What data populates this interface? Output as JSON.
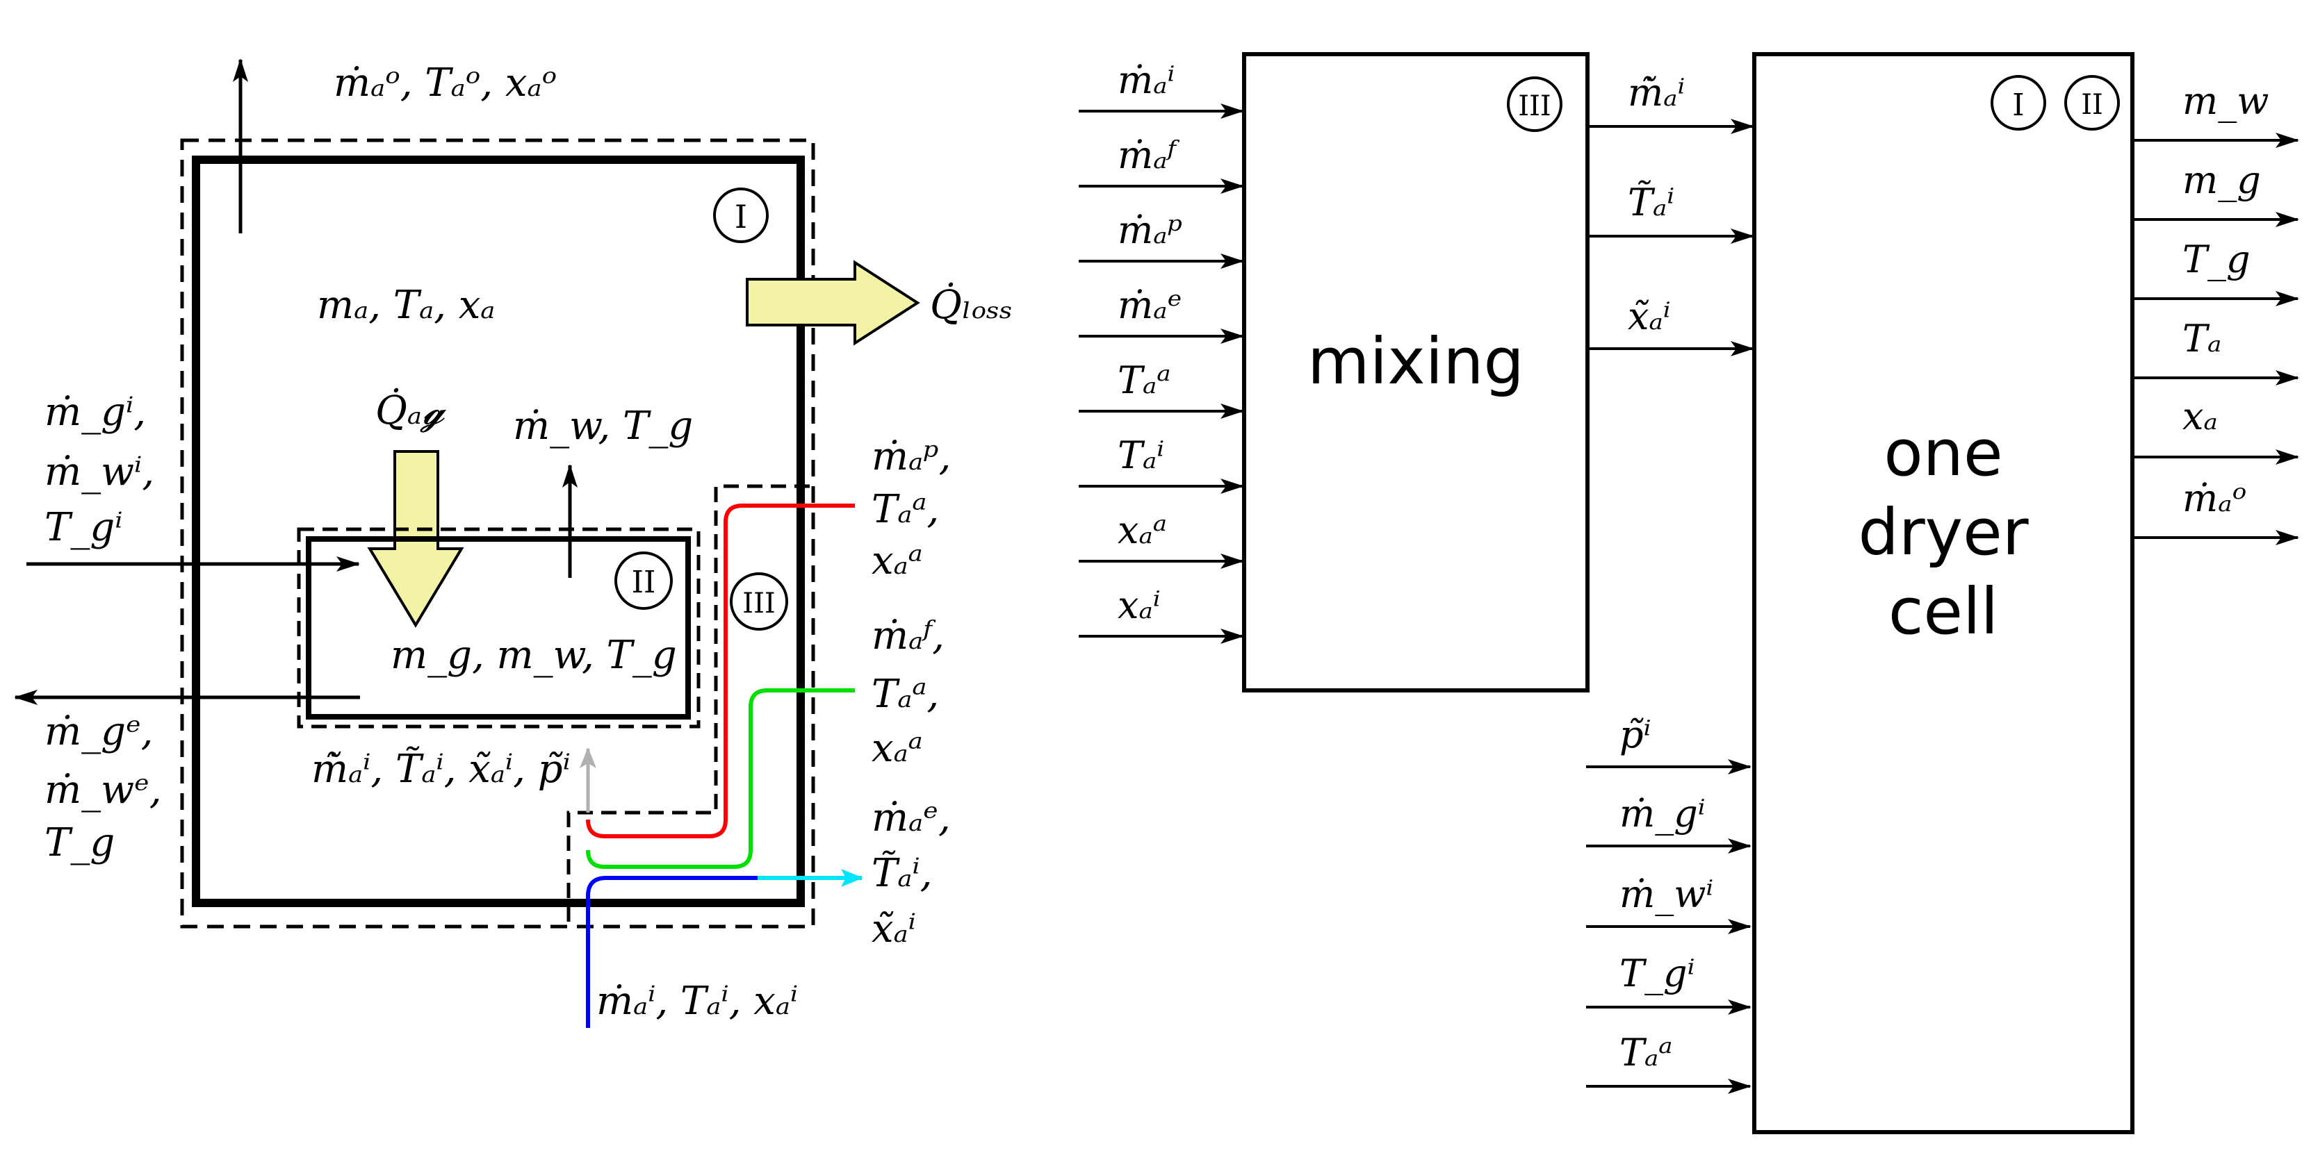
{
  "left": {
    "top_out": "ṁₐᵒ, Tₐᵒ, xₐᵒ",
    "state_air": "mₐ, Tₐ, xₐ",
    "q_ag": "Q̇ₐ𝓰",
    "q_loss": "Q̇ₗₒₛₛ",
    "evap": "ṁ_w, T_g",
    "goods_in": [
      "ṁ_gⁱ,",
      "ṁ_wⁱ,",
      "T_gⁱ"
    ],
    "goods_out": [
      "ṁ_gᵉ,",
      "ṁ_wᵉ,",
      "T_g"
    ],
    "state_goods": "m_g, m_w, T_g",
    "mixed_air": "m̃̇ₐⁱ, T̃ₐⁱ, x̃ₐⁱ, p̃ⁱ",
    "air_in": "ṁₐⁱ, Tₐⁱ, xₐⁱ",
    "recirc_p": [
      "ṁₐᵖ,",
      "Tₐᵃ,",
      "xₐᵃ"
    ],
    "recirc_f": [
      "ṁₐᶠ,",
      "Tₐᵃ,",
      "xₐᵃ"
    ],
    "exhaust": [
      "ṁₐᵉ,",
      "T̃ₐⁱ,",
      "x̃ₐⁱ"
    ],
    "roman_I": "I",
    "roman_II": "II",
    "roman_III": "III",
    "colors": {
      "red": "#ff0000",
      "green": "#00e000",
      "blue": "#0000ff",
      "cyan": "#00e5ff",
      "grey": "#b0b0b0",
      "heat_arrow": "#f3f3a6"
    }
  },
  "right": {
    "mixing_label": "mixing",
    "dryer_label": [
      "one",
      "dryer",
      "cell"
    ],
    "mixing_inputs": [
      "ṁₐⁱ",
      "ṁₐᶠ",
      "ṁₐᵖ",
      "ṁₐᵉ",
      "Tₐᵃ",
      "Tₐⁱ",
      "xₐᵃ",
      "xₐⁱ"
    ],
    "mixing_outputs": [
      "m̃̇ₐⁱ",
      "T̃ₐⁱ",
      "x̃ₐⁱ"
    ],
    "dryer_inputs": [
      "p̃ⁱ",
      "ṁ_gⁱ",
      "ṁ_wⁱ",
      "T_gⁱ",
      "Tₐᵃ"
    ],
    "dryer_outputs": [
      "m_w",
      "m_g",
      "T_g",
      "Tₐ",
      "xₐ",
      "ṁₐᵒ"
    ],
    "mixing_tag": "III",
    "dryer_tags": [
      "I",
      "II"
    ]
  }
}
